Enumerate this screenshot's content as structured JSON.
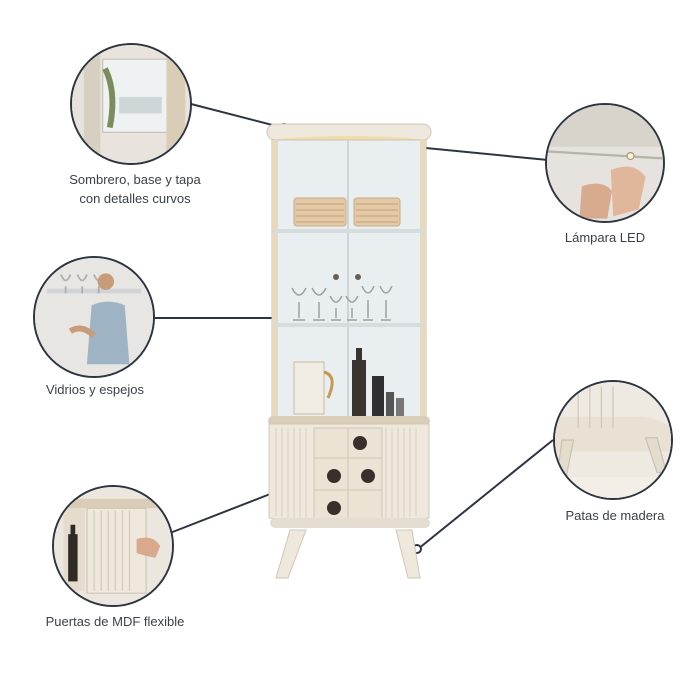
{
  "colors": {
    "line": "#2d3442",
    "cream": "#efe8dc",
    "wood": "#d9cdb8",
    "glass": "#e9eef0",
    "text": "#3b4049"
  },
  "callouts": {
    "top_left": {
      "line1": "Sombrero, base y tapa",
      "line2": "con detalles curvos"
    },
    "top_right": {
      "line1": "Lámpara LED"
    },
    "mid_left": {
      "line1": "Vidrios y espejos"
    },
    "mid_right": {
      "line1": "Patas de madera"
    },
    "bottom_left": {
      "line1": "Puertas de MDF flexible"
    }
  }
}
